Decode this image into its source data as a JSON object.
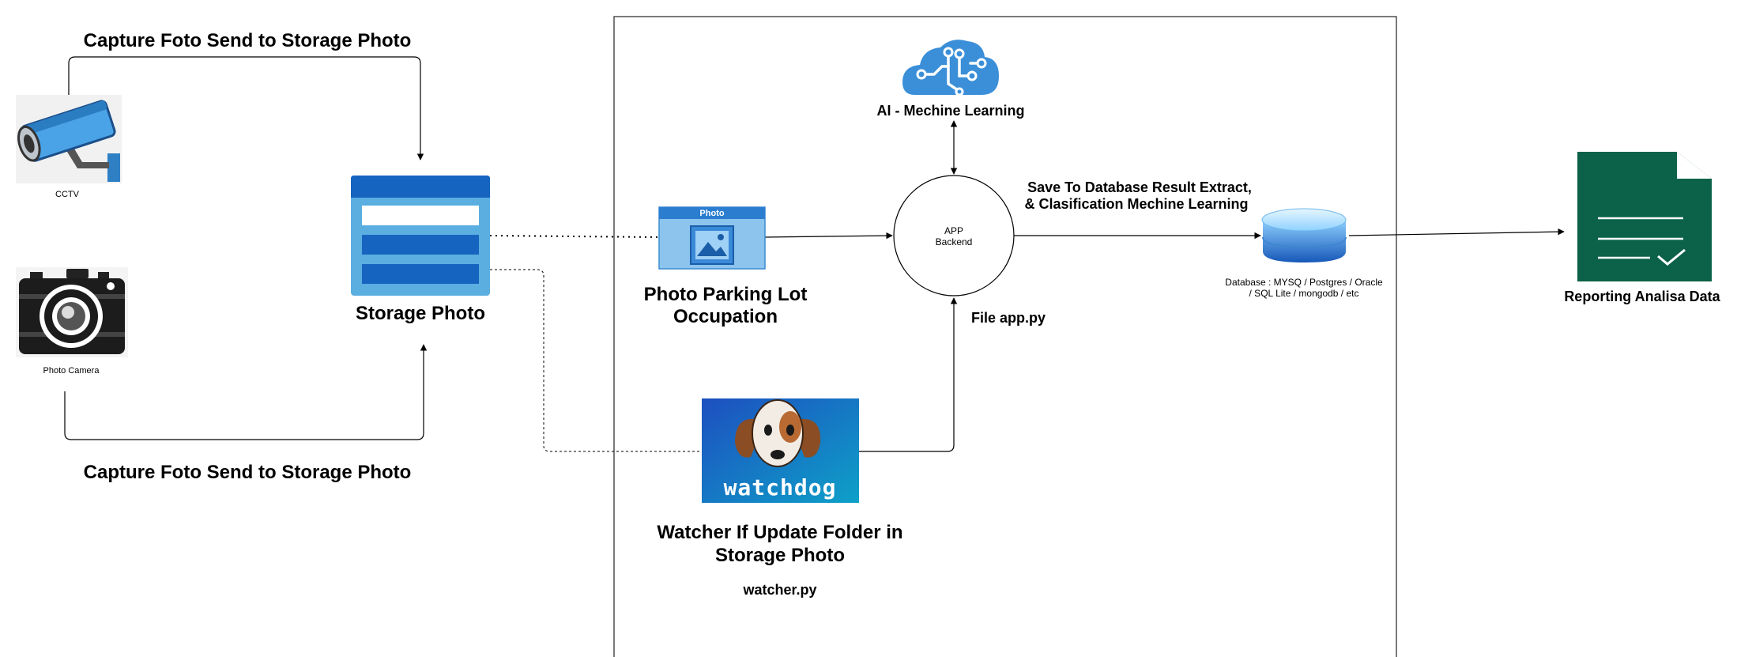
{
  "labels": {
    "capture_top": "Capture Foto Send to Storage Photo",
    "capture_bottom": "Capture Foto Send to Storage Photo",
    "cctv": "CCTV",
    "photo_camera": "Photo Camera",
    "storage_photo": "Storage Photo",
    "photo_tag": "Photo",
    "photo_parking_line1": "Photo Parking Lot",
    "photo_parking_line2": "Occupation",
    "ai": "AI - Mechine Learning",
    "app_line1": "APP",
    "app_line2": "Backend",
    "file_app": "File app.py",
    "save_line1": "Save To Database Result Extract,",
    "save_line2": "& Clasification Mechine Learning",
    "db_line1": "Database : MYSQ / Postgres / Oracle",
    "db_line2": "/ SQL Lite /  mongodb / etc",
    "watchdog_logo": "watchdog",
    "watcher_line1": "Watcher If Update Folder in",
    "watcher_line2": "Storage Photo",
    "watcher_file": "watcher.py",
    "reporting": "Reporting Analisa Data"
  },
  "icons": {
    "cctv": "cctv-camera-icon",
    "camera": "photo-camera-icon",
    "storage": "storage-icon",
    "photo": "image-icon",
    "ai": "brain-cloud-icon",
    "database": "database-cylinder-icon",
    "watchdog": "dog-icon",
    "report": "report-document-icon"
  },
  "colors": {
    "storage_dark": "#1565c0",
    "storage_light": "#5aaee0",
    "ai_blue": "#3b8fd8",
    "report_green": "#0b6248",
    "watchdog_bg": "#1f63c8",
    "db_blue": "#1d6fc4"
  }
}
